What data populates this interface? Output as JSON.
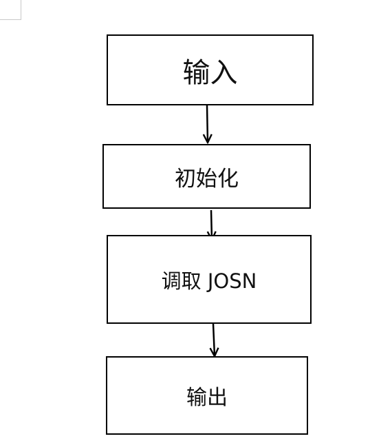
{
  "flowchart": {
    "nodes": [
      {
        "id": "input",
        "label": "输入"
      },
      {
        "id": "init",
        "label": "初始化"
      },
      {
        "id": "fetch",
        "label": "调取 JOSN"
      },
      {
        "id": "output",
        "label": "输出"
      }
    ],
    "edges": [
      {
        "from": "input",
        "to": "init"
      },
      {
        "from": "init",
        "to": "fetch"
      },
      {
        "from": "fetch",
        "to": "output"
      }
    ]
  },
  "colors": {
    "stroke": "#000000",
    "text": "#111111",
    "background": "#ffffff"
  }
}
